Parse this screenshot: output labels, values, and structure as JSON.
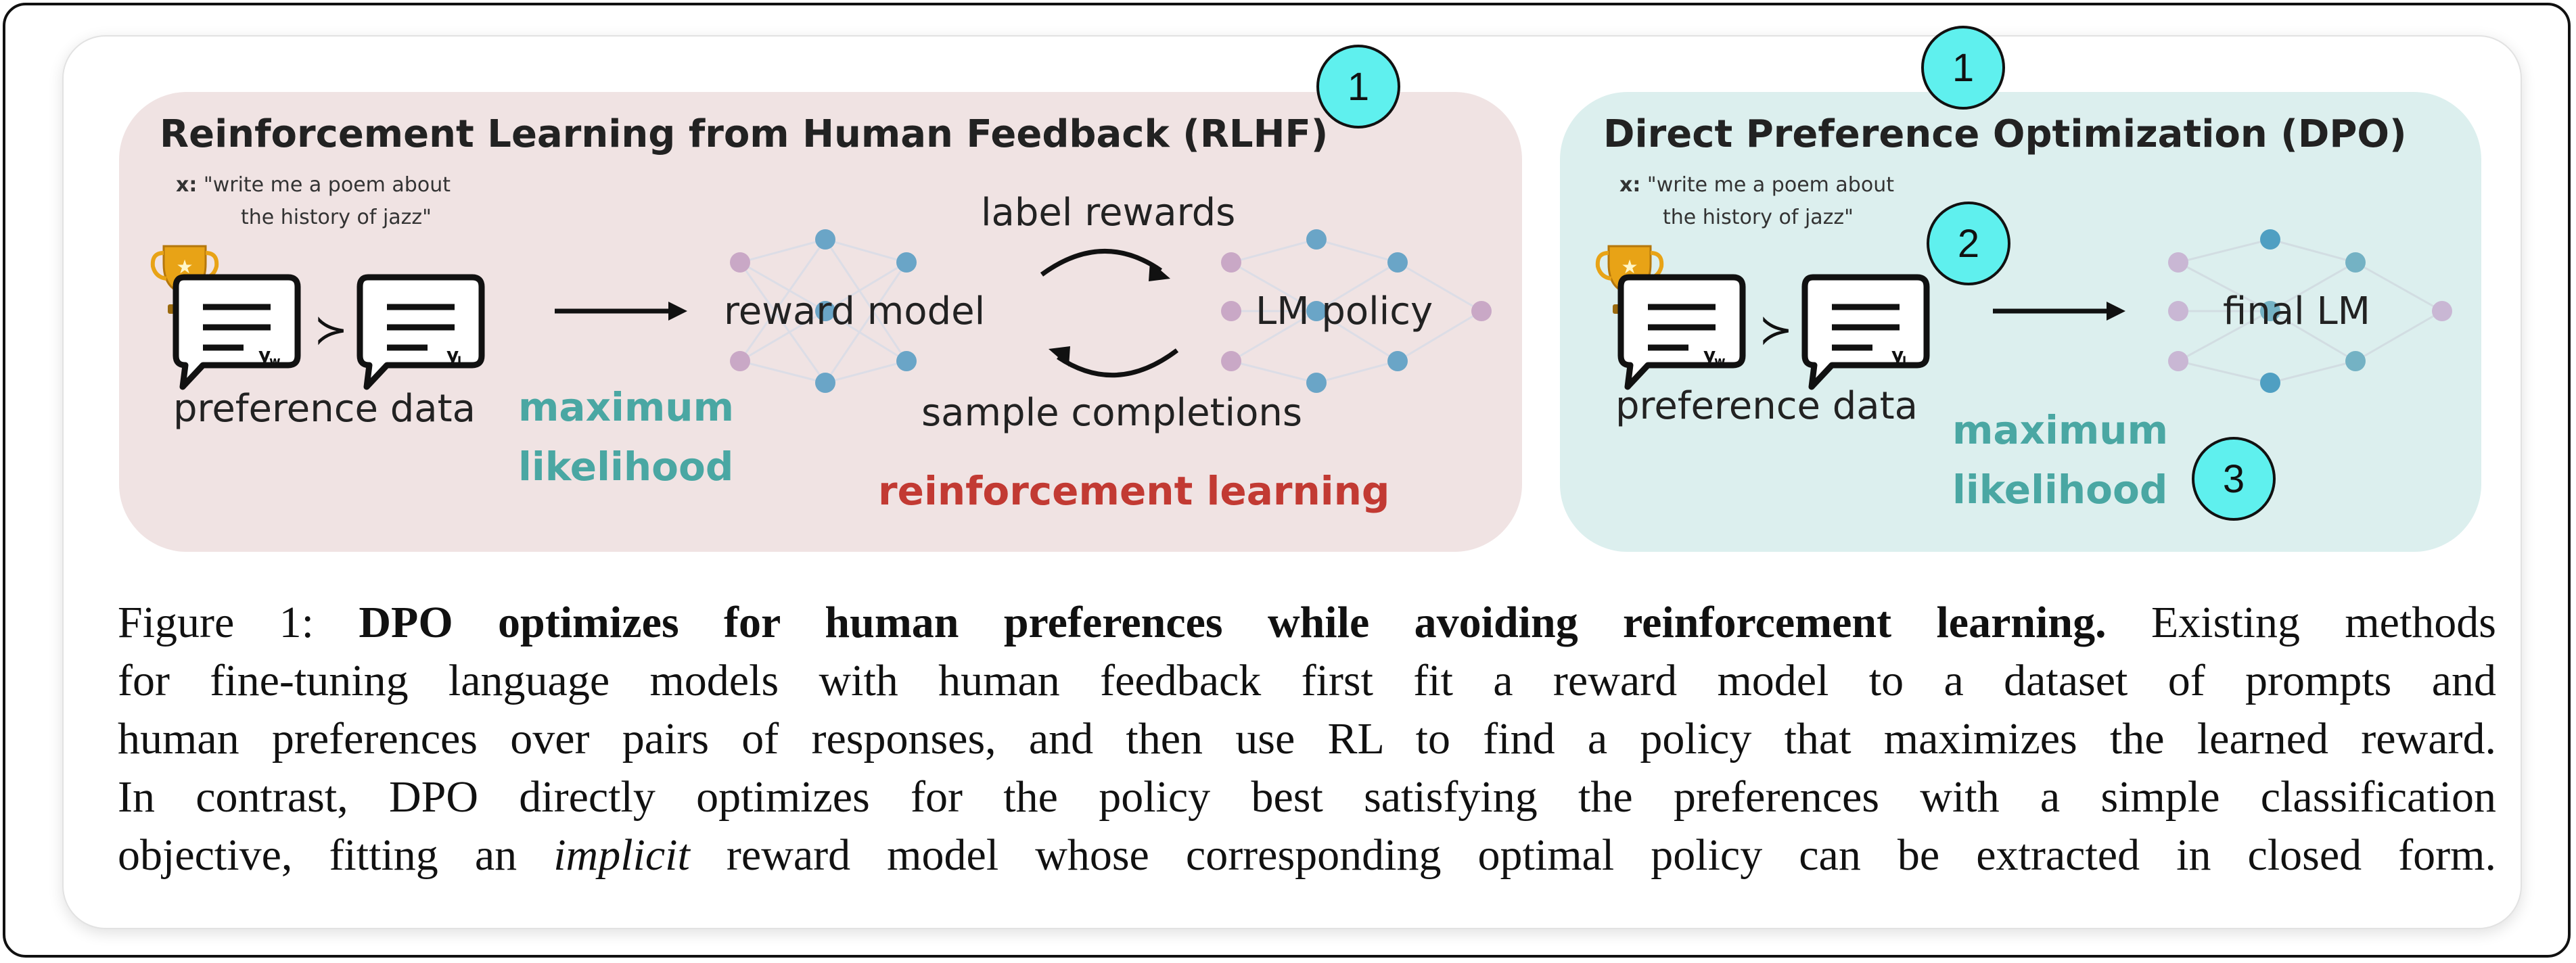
{
  "badges": [
    "1",
    "1",
    "2",
    "3"
  ],
  "rlhf": {
    "title": "Reinforcement Learning from Human Feedback (RLHF)",
    "prompt_prefix": "x:",
    "prompt_line1": "\"write me a poem about",
    "prompt_line2": "the history of jazz\"",
    "preference_label": "preference data",
    "ml_line1": "maximum",
    "ml_line2": "likelihood",
    "reward_model": "reward model",
    "label_rewards": "label rewards",
    "lm_policy": "LM policy",
    "sample_completions": "sample completions",
    "rl_label": "reinforcement learning",
    "yw": "y_w",
    "yl": "y_l",
    "succ": "≻"
  },
  "dpo": {
    "title": "Direct Preference Optimization (DPO)",
    "prompt_prefix": "x:",
    "prompt_line1": "\"write me a poem about",
    "prompt_line2": "the history of jazz\"",
    "preference_label": "preference data",
    "ml_line1": "maximum",
    "ml_line2": "likelihood",
    "final_lm": "final LM",
    "yw": "y_w",
    "yl": "y_l",
    "succ": "≻"
  },
  "caption": {
    "prefix": "Figure 1: ",
    "bold": "DPO optimizes for human preferences while avoiding reinforcement learning.",
    "l1_rest": " Existing methods",
    "l2": "for fine-tuning language models with human feedback first fit a reward model to a dataset of prompts and",
    "l3": "human preferences over pairs of responses, and then use RL to find a policy that maximizes the learned reward.",
    "l4": "In contrast, DPO directly optimizes for the policy best satisfying the preferences with a simple classification",
    "l5a": "objective, fitting an ",
    "l5_italic": "implicit",
    "l5b": " reward model whose corresponding optimal policy can be extracted in closed form."
  },
  "colors": {
    "rlhf_bg": "#f0e3e3",
    "dpo_bg": "#dcefee",
    "teal": "#4aa7a3",
    "red": "#c23a33",
    "badge": "#5ff0ee",
    "node_blue": "#6aa5c7",
    "node_purple": "#c9a8c6"
  },
  "icons": [
    "trophy-icon",
    "chat-bubble-icon",
    "arrow-icon",
    "neural-net-icon",
    "cycle-arrow-icon"
  ]
}
